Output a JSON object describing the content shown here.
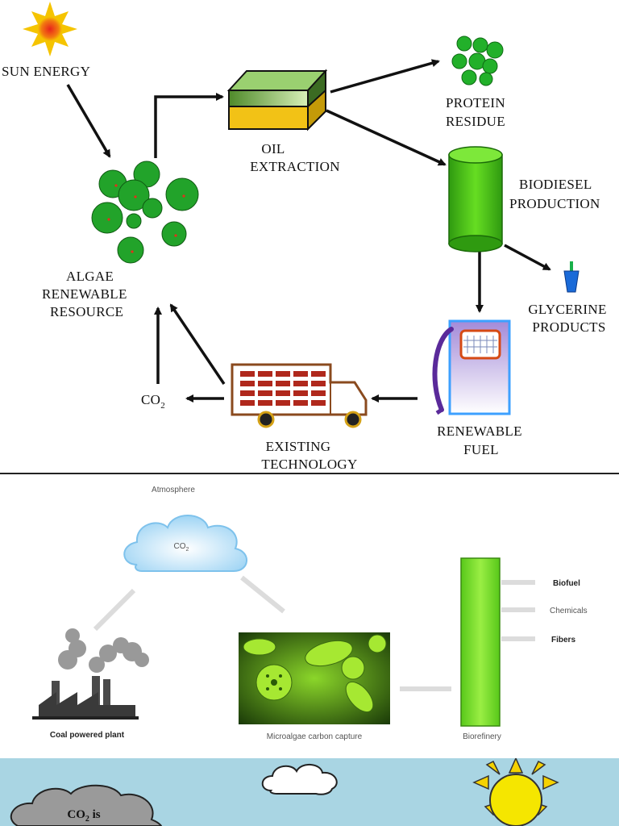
{
  "panel1": {
    "sun_label": "SUN ENERGY",
    "oil_extraction": [
      "OIL",
      "EXTRACTION"
    ],
    "protein_residue": [
      "PROTEIN",
      "RESIDUE"
    ],
    "biodiesel_production": [
      "BIODIESEL",
      "PRODUCTION"
    ],
    "glycerine_products": [
      "GLYCERINE",
      "PRODUCTS"
    ],
    "algae_resource": [
      "ALGAE",
      "RENEWABLE",
      "RESOURCE"
    ],
    "renewable_fuel": [
      "RENEWABLE",
      "FUEL"
    ],
    "existing_technology": [
      "EXISTING",
      "TECHNOLOGY"
    ],
    "co2_label": "CO",
    "co2_sub": "2",
    "colors": {
      "algae": "#22a32a",
      "truck": "#b0281c",
      "cylinder": "#55cc22",
      "pump_border": "#4aa8ff",
      "sun": "#f5c400"
    }
  },
  "panel2": {
    "atmosphere": "Atmosphere",
    "cloud_co2": "CO",
    "cloud_co2_sub": "2",
    "plant_caption": "Coal powered plant",
    "capture_caption": "Microalgae carbon capture",
    "refinery_caption": "Biorefinery",
    "outputs": [
      "Biofuel",
      "Chemicals",
      "Fibers"
    ]
  },
  "panel3": {
    "cloud_text": "CO",
    "cloud_text_sub": "2",
    "cloud_text_suffix": " is"
  }
}
